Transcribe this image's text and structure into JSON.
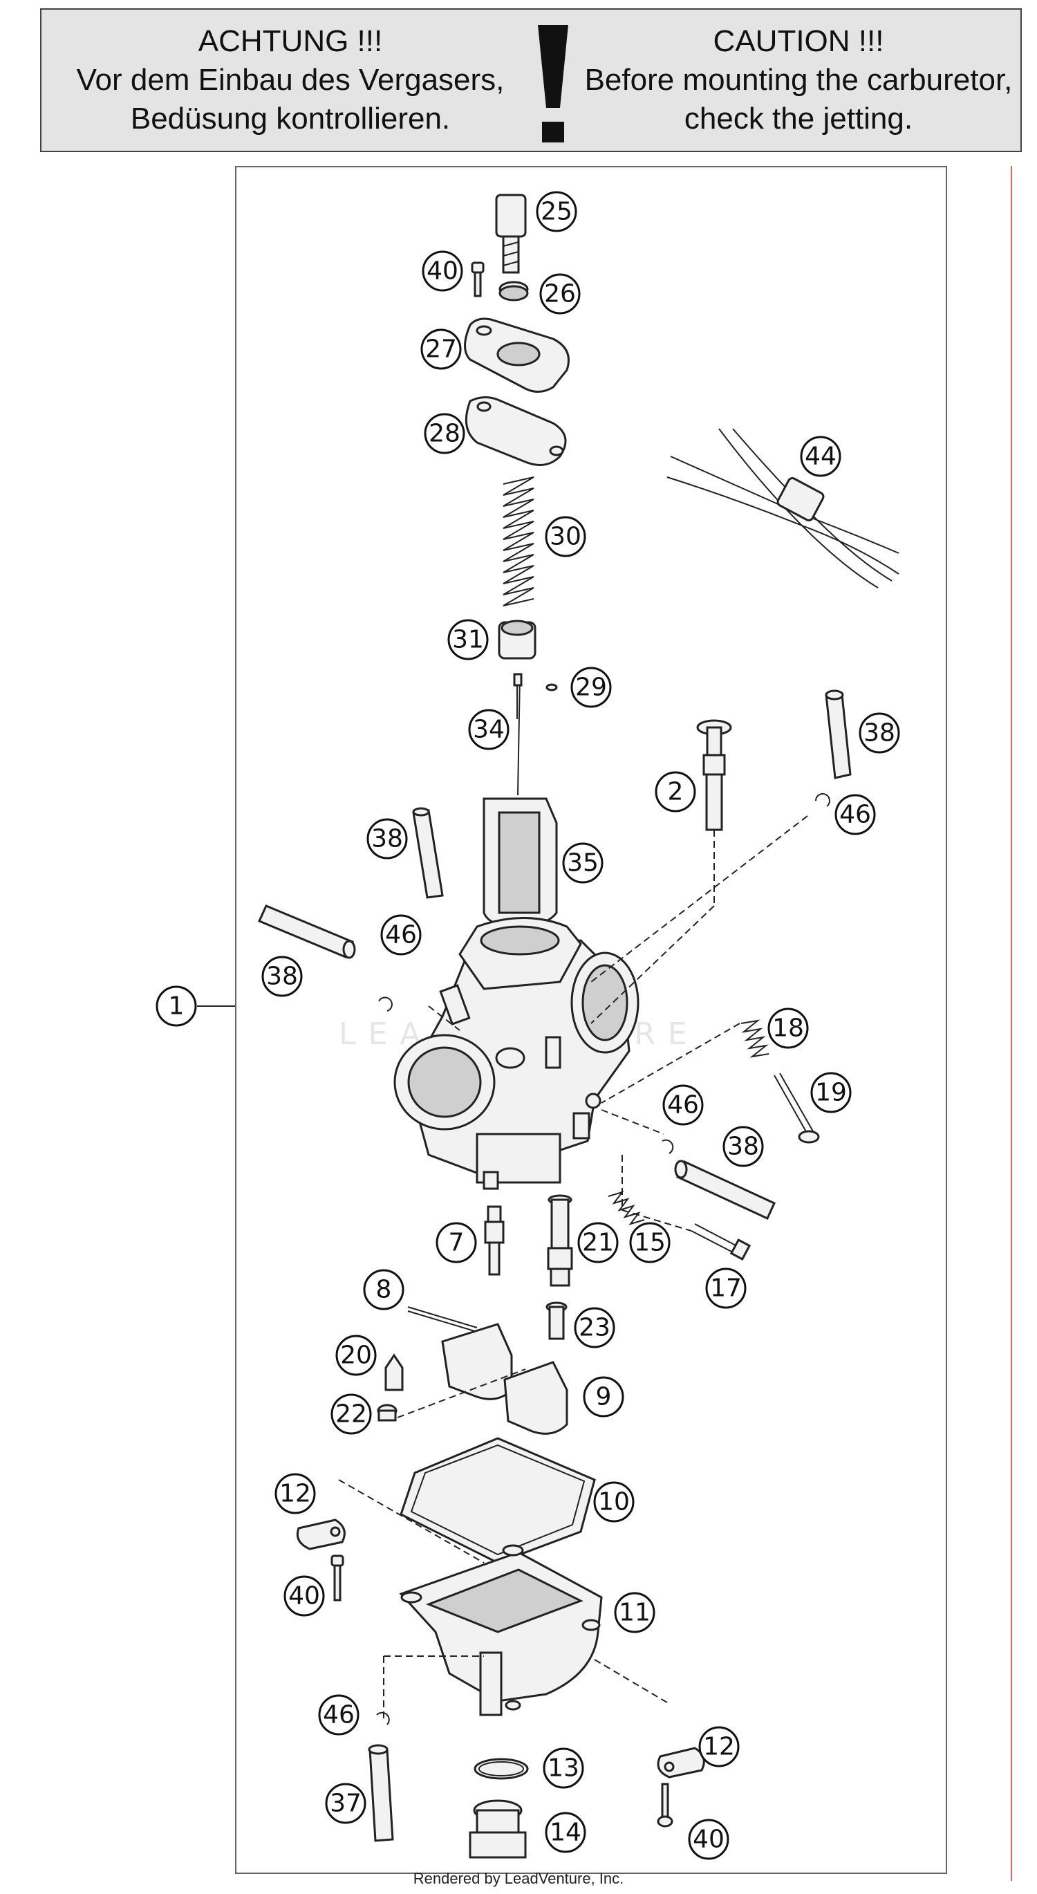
{
  "banner": {
    "de_title": "ACHTUNG !!!",
    "de_line1": "Vor dem Einbau des Vergasers,",
    "de_line2": "Bedüsung kontrollieren.",
    "en_title": "CAUTION !!!",
    "en_line1": "Before mounting the carburetor,",
    "en_line2": "check the jetting."
  },
  "watermark": "LEADVENTURE",
  "footer": "Rendered by LeadVenture, Inc.",
  "callouts": {
    "c25": "25",
    "c40a": "40",
    "c26": "26",
    "c27": "27",
    "c28": "28",
    "c44": "44",
    "c30": "30",
    "c31": "31",
    "c29": "29",
    "c34": "34",
    "c38a": "38",
    "c2": "2",
    "c46a": "46",
    "c38b": "38",
    "c35": "35",
    "c46b": "46",
    "c38c": "38",
    "c1": "1",
    "c18": "18",
    "c19": "19",
    "c46c": "46",
    "c38d": "38",
    "c7": "7",
    "c21": "21",
    "c15": "15",
    "c17": "17",
    "c8": "8",
    "c23": "23",
    "c20": "20",
    "c9": "9",
    "c22": "22",
    "c10": "10",
    "c12a": "12",
    "c40b": "40",
    "c11": "11",
    "c46d": "46",
    "c13": "13",
    "c12b": "12",
    "c37": "37",
    "c14": "14",
    "c40c": "40"
  }
}
